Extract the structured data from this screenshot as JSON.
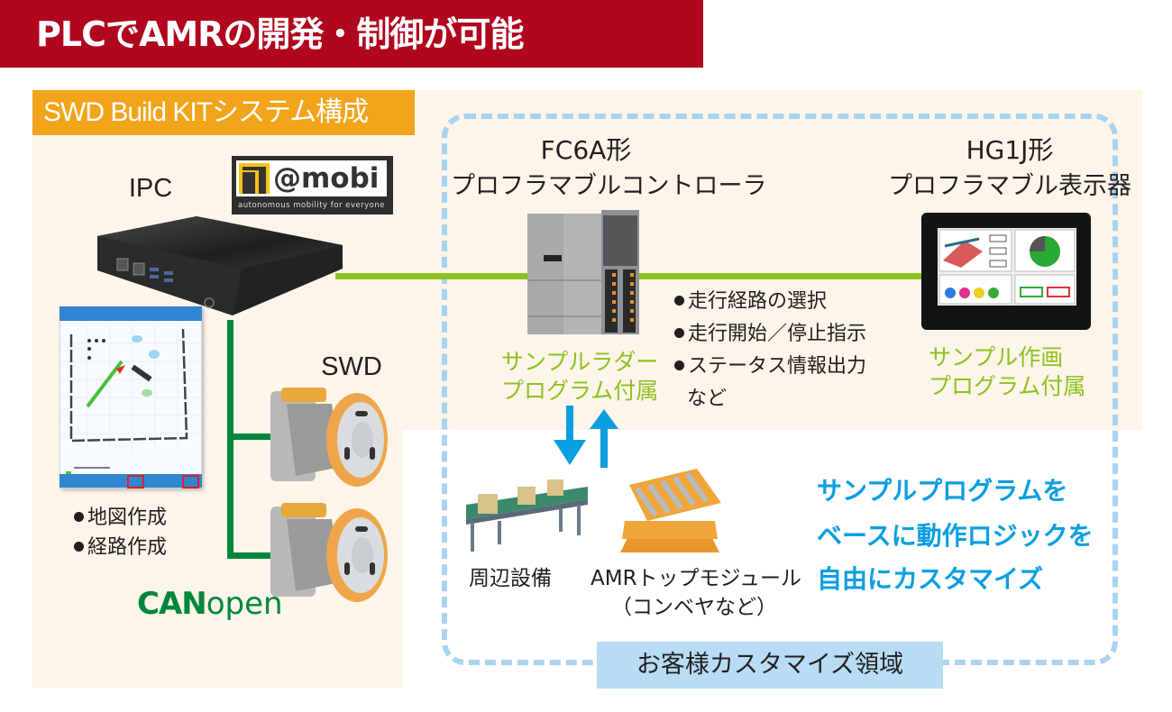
{
  "header": {
    "title": "PLCでAMRの開発・制御が可能"
  },
  "kit_label": "SWD Build KITシステム構成",
  "ipc": {
    "label": "IPC",
    "logo_text": "@mobi",
    "logo_tagline": "autonomous mobility for everyone",
    "features": [
      "地図作成",
      "経路作成"
    ]
  },
  "swd": {
    "label": "SWD"
  },
  "network": {
    "bus_logo_bold": "CAN",
    "bus_logo_light": "open"
  },
  "plc": {
    "model": "FC6A形",
    "name": "プロフラマブルコントローラ",
    "sample_line1": "サンプルラダー",
    "sample_line2": "プログラム付属"
  },
  "functions": {
    "items": [
      "走行経路の選択",
      "走行開始／停止指示",
      "ステータス情報出力"
    ],
    "etc": "など"
  },
  "hmi": {
    "model": "HG1J形",
    "name": "プロフラマブル表示器",
    "sample_line1": "サンプル作画",
    "sample_line2": "プログラム付属"
  },
  "peripherals": {
    "equipment_label": "周辺設備",
    "module_label_line1": "AMRトップモジュール",
    "module_label_line2": "（コンベヤなど）"
  },
  "customize_message": {
    "lines": [
      "サンプルプログラムを",
      "ベースに動作ロジックを",
      "自由にカスタマイズ"
    ]
  },
  "custom_region_label": "お客様カスタマイズ領域",
  "colors": {
    "title_red": "#b0061e",
    "kit_orange": "#f2a41a",
    "panel_cream": "#fdf4ea",
    "ethernet_green": "#8cc21f",
    "canopen_green": "#00873c",
    "accent_blue": "#0b9ee0",
    "region_dash_blue": "#a9d4ef"
  }
}
